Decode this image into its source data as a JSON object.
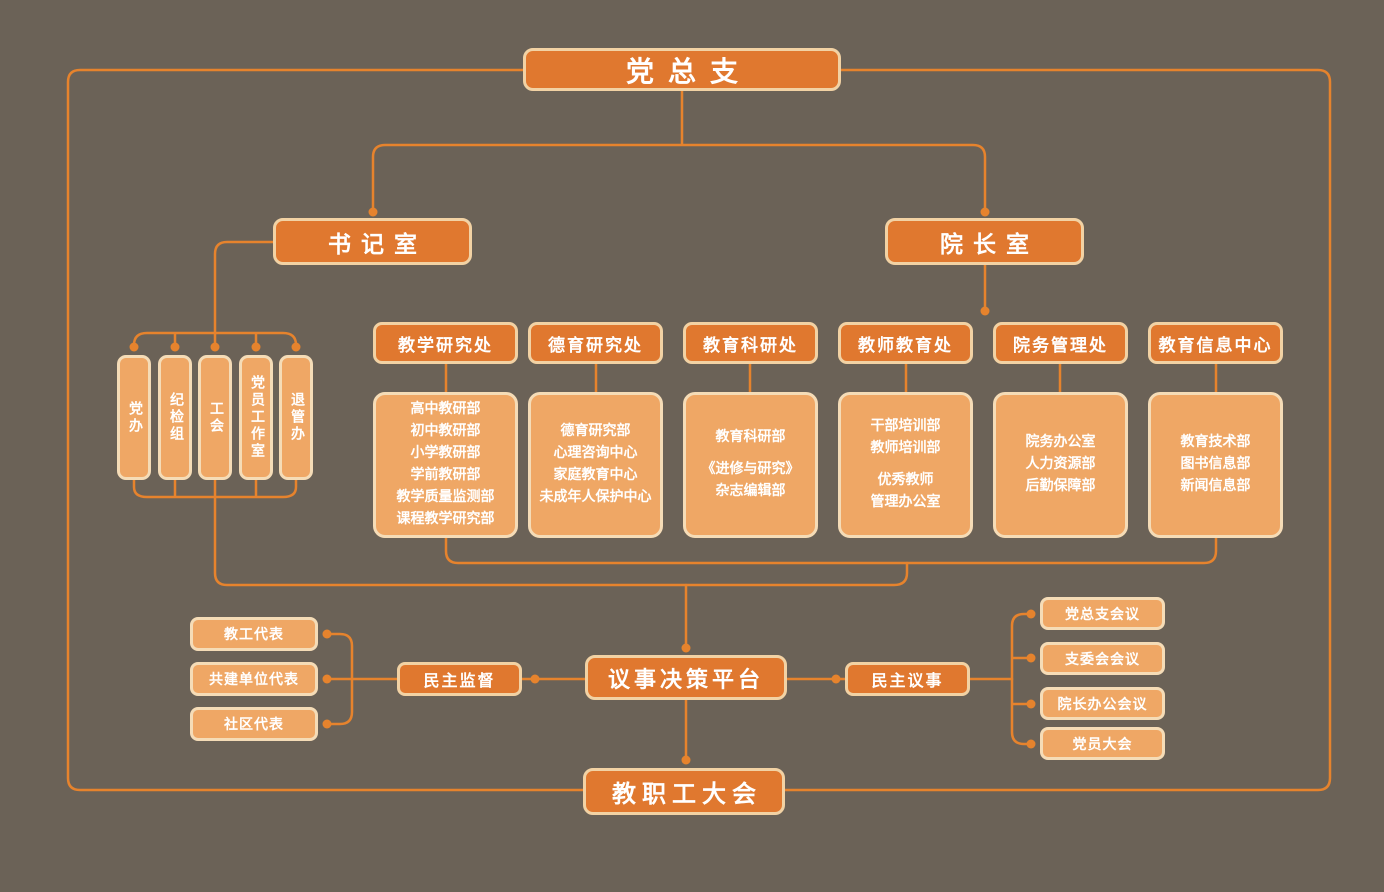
{
  "diagram": {
    "root": "党总支",
    "secretary": "书记室",
    "dean": "院长室",
    "party_offices": [
      "党办",
      "纪检组",
      "工会",
      "党员工作室",
      "退管办"
    ],
    "departments": [
      {
        "title": "教学研究处",
        "items": [
          "高中教研部",
          "初中教研部",
          "小学教研部",
          "学前教研部",
          "教学质量监测部",
          "课程教学研究部"
        ]
      },
      {
        "title": "德育研究处",
        "items": [
          "德育研究部",
          "心理咨询中心",
          "家庭教育中心",
          "未成年人保护中心"
        ]
      },
      {
        "title": "教育科研处",
        "items": [
          "教育科研部",
          "《进修与研究》",
          "杂志编辑部"
        ]
      },
      {
        "title": "教师教育处",
        "items": [
          "干部培训部",
          "教师培训部",
          "优秀教师",
          "管理办公室"
        ]
      },
      {
        "title": "院务管理处",
        "items": [
          "院务办公室",
          "人力资源部",
          "后勤保障部"
        ]
      },
      {
        "title": "教育信息中心",
        "items": [
          "教育技术部",
          "图书信息部",
          "新闻信息部"
        ]
      }
    ],
    "representatives": [
      "教工代表",
      "共建单位代表",
      "社区代表"
    ],
    "supervision": "民主监督",
    "platform": "议事决策平台",
    "deliberation": "民主议事",
    "meetings": [
      "党总支会议",
      "支委会会议",
      "院长办公会议",
      "党员大会"
    ],
    "congress": "教职工大会"
  },
  "colors": {
    "background": "#6B6257",
    "node_dark": "#E0782F",
    "node_light": "#EFA765",
    "border_dark": "#F2D2A4",
    "border_light": "#F5DCB7",
    "connector": "#E6832D",
    "text": "#FFFFFF"
  }
}
